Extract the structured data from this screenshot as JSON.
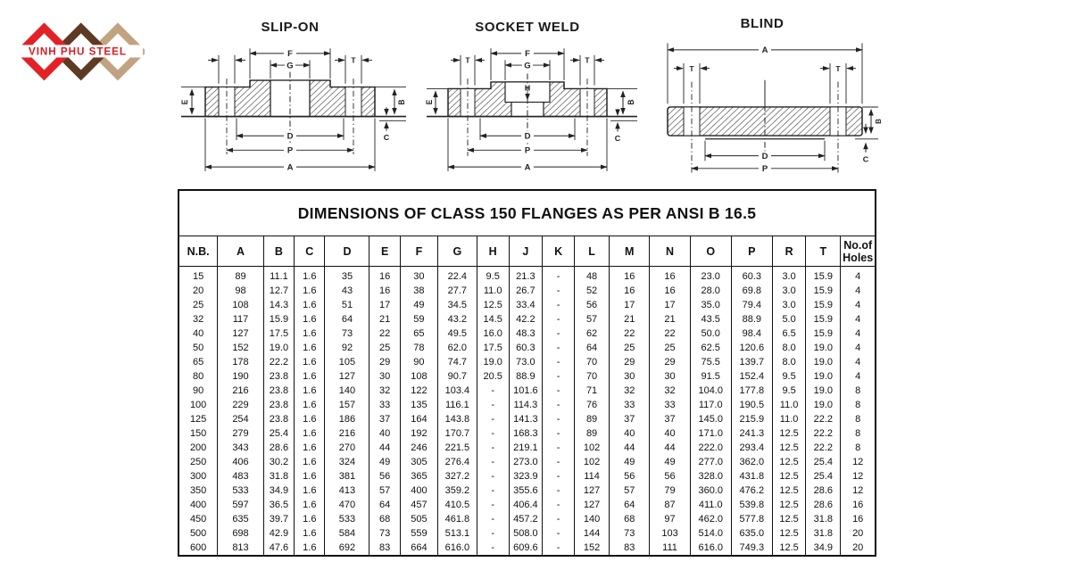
{
  "logo": {
    "text": "VINH PHU STEEL",
    "text_color": "#d61f26",
    "diamond_colors": [
      "#e32227",
      "#5e3a25",
      "#c2a381"
    ]
  },
  "diagrams": {
    "slip_on": {
      "title": "SLIP-ON",
      "labels": {
        "f": "F",
        "g": "G",
        "t": "T",
        "e": "E",
        "b": "B",
        "c": "C",
        "d": "D",
        "p": "P",
        "a": "A"
      }
    },
    "socket_weld": {
      "title": "SOCKET WELD",
      "labels": {
        "f": "F",
        "g": "G",
        "t_left": "T",
        "t_right": "T",
        "h": "H",
        "e": "E",
        "b": "B",
        "c": "C",
        "d": "D",
        "p": "P",
        "a": "A"
      }
    },
    "blind": {
      "title": "BLIND",
      "labels": {
        "a": "A",
        "t_left": "T",
        "t_right": "T",
        "b": "B",
        "c": "C",
        "d": "D",
        "p": "P"
      }
    }
  },
  "table": {
    "title": "DIMENSIONS OF CLASS 150 FLANGES AS PER ANSI B 16.5",
    "columns": [
      "N.B.",
      "A",
      "B",
      "C",
      "D",
      "E",
      "F",
      "G",
      "H",
      "J",
      "K",
      "L",
      "M",
      "N",
      "O",
      "P",
      "R",
      "T",
      "No.of\nHoles"
    ],
    "rows": [
      [
        "15",
        "89",
        "11.1",
        "1.6",
        "35",
        "16",
        "30",
        "22.4",
        "9.5",
        "21.3",
        "-",
        "48",
        "16",
        "16",
        "23.0",
        "60.3",
        "3.0",
        "15.9",
        "4"
      ],
      [
        "20",
        "98",
        "12.7",
        "1.6",
        "43",
        "16",
        "38",
        "27.7",
        "11.0",
        "26.7",
        "-",
        "52",
        "16",
        "16",
        "28.0",
        "69.8",
        "3.0",
        "15.9",
        "4"
      ],
      [
        "25",
        "108",
        "14.3",
        "1.6",
        "51",
        "17",
        "49",
        "34.5",
        "12.5",
        "33.4",
        "-",
        "56",
        "17",
        "17",
        "35.0",
        "79.4",
        "3.0",
        "15.9",
        "4"
      ],
      [
        "32",
        "117",
        "15.9",
        "1.6",
        "64",
        "21",
        "59",
        "43.2",
        "14.5",
        "42.2",
        "-",
        "57",
        "21",
        "21",
        "43.5",
        "88.9",
        "5.0",
        "15.9",
        "4"
      ],
      [
        "40",
        "127",
        "17.5",
        "1.6",
        "73",
        "22",
        "65",
        "49.5",
        "16.0",
        "48.3",
        "-",
        "62",
        "22",
        "22",
        "50.0",
        "98.4",
        "6.5",
        "15.9",
        "4"
      ],
      [
        "50",
        "152",
        "19.0",
        "1.6",
        "92",
        "25",
        "78",
        "62.0",
        "17.5",
        "60.3",
        "-",
        "64",
        "25",
        "25",
        "62.5",
        "120.6",
        "8.0",
        "19.0",
        "4"
      ],
      [
        "65",
        "178",
        "22.2",
        "1.6",
        "105",
        "29",
        "90",
        "74.7",
        "19.0",
        "73.0",
        "-",
        "70",
        "29",
        "29",
        "75.5",
        "139.7",
        "8.0",
        "19.0",
        "4"
      ],
      [
        "80",
        "190",
        "23.8",
        "1.6",
        "127",
        "30",
        "108",
        "90.7",
        "20.5",
        "88.9",
        "-",
        "70",
        "30",
        "30",
        "91.5",
        "152.4",
        "9.5",
        "19.0",
        "4"
      ],
      [
        "90",
        "216",
        "23.8",
        "1.6",
        "140",
        "32",
        "122",
        "103.4",
        "-",
        "101.6",
        "-",
        "71",
        "32",
        "32",
        "104.0",
        "177.8",
        "9.5",
        "19.0",
        "8"
      ],
      [
        "100",
        "229",
        "23.8",
        "1.6",
        "157",
        "33",
        "135",
        "116.1",
        "-",
        "114.3",
        "-",
        "76",
        "33",
        "33",
        "117.0",
        "190.5",
        "11.0",
        "19.0",
        "8"
      ],
      [
        "125",
        "254",
        "23.8",
        "1.6",
        "186",
        "37",
        "164",
        "143.8",
        "-",
        "141.3",
        "-",
        "89",
        "37",
        "37",
        "145.0",
        "215.9",
        "11.0",
        "22.2",
        "8"
      ],
      [
        "150",
        "279",
        "25.4",
        "1.6",
        "216",
        "40",
        "192",
        "170.7",
        "-",
        "168.3",
        "-",
        "89",
        "40",
        "40",
        "171.0",
        "241.3",
        "12.5",
        "22.2",
        "8"
      ],
      [
        "200",
        "343",
        "28.6",
        "1.6",
        "270",
        "44",
        "246",
        "221.5",
        "-",
        "219.1",
        "-",
        "102",
        "44",
        "44",
        "222.0",
        "293.4",
        "12.5",
        "22.2",
        "8"
      ],
      [
        "250",
        "406",
        "30.2",
        "1.6",
        "324",
        "49",
        "305",
        "276.4",
        "-",
        "273.0",
        "-",
        "102",
        "49",
        "49",
        "277.0",
        "362.0",
        "12.5",
        "25.4",
        "12"
      ],
      [
        "300",
        "483",
        "31.8",
        "1.6",
        "381",
        "56",
        "365",
        "327.2",
        "-",
        "323.9",
        "-",
        "114",
        "56",
        "56",
        "328.0",
        "431.8",
        "12.5",
        "25.4",
        "12"
      ],
      [
        "350",
        "533",
        "34.9",
        "1.6",
        "413",
        "57",
        "400",
        "359.2",
        "-",
        "355.6",
        "-",
        "127",
        "57",
        "79",
        "360.0",
        "476.2",
        "12.5",
        "28.6",
        "12"
      ],
      [
        "400",
        "597",
        "36.5",
        "1.6",
        "470",
        "64",
        "457",
        "410.5",
        "-",
        "406.4",
        "-",
        "127",
        "64",
        "87",
        "411.0",
        "539.8",
        "12.5",
        "28.6",
        "16"
      ],
      [
        "450",
        "635",
        "39.7",
        "1.6",
        "533",
        "68",
        "505",
        "461.8",
        "-",
        "457.2",
        "-",
        "140",
        "68",
        "97",
        "462.0",
        "577.8",
        "12.5",
        "31.8",
        "16"
      ],
      [
        "500",
        "698",
        "42.9",
        "1.6",
        "584",
        "73",
        "559",
        "513.1",
        "-",
        "508.0",
        "-",
        "144",
        "73",
        "103",
        "514.0",
        "635.0",
        "12.5",
        "31.8",
        "20"
      ],
      [
        "600",
        "813",
        "47.6",
        "1.6",
        "692",
        "83",
        "664",
        "616.0",
        "-",
        "609.6",
        "-",
        "152",
        "83",
        "111",
        "616.0",
        "749.3",
        "12.5",
        "34.9",
        "20"
      ]
    ]
  }
}
